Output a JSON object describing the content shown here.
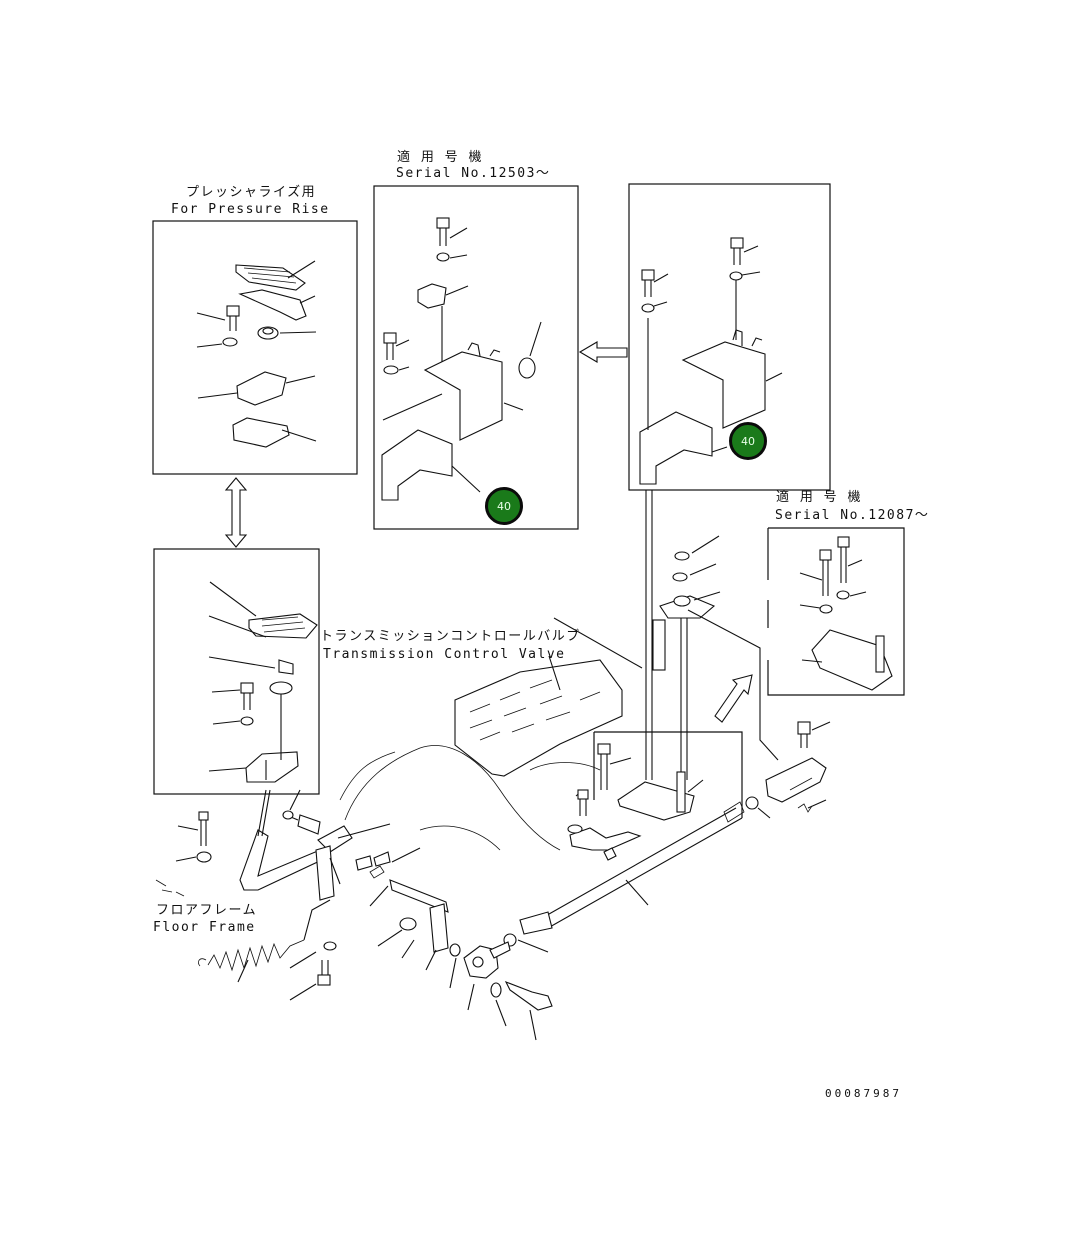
{
  "labels": {
    "pressure_rise_jp": "プレッシャライズ用",
    "pressure_rise_en": "For Pressure Rise",
    "serial_a_jp": "適 用 号 機",
    "serial_a_en": "Serial No.12503～",
    "serial_b_jp": "適 用 号 機",
    "serial_b_en": "Serial No.12087～",
    "tcv_jp": "トランスミッションコントロールバルブ",
    "tcv_en": "Transmission Control Valve",
    "floor_jp": "フロアフレーム",
    "floor_en": "Floor Frame",
    "drawing_no": "00087987"
  },
  "callouts": [
    {
      "text": "40"
    },
    {
      "text": "40"
    }
  ],
  "colors": {
    "callout_fill": "#1a7a1a",
    "line": "#111111"
  }
}
